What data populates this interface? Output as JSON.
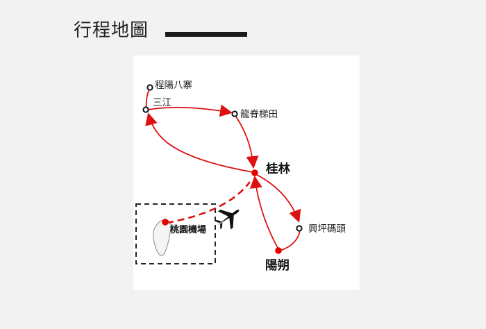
{
  "header": {
    "title": "行程地圖"
  },
  "map": {
    "places": {
      "chengyang": "程陽八寨",
      "sanjiang": "三江",
      "longji": "龍脊梯田",
      "guilin": "桂林",
      "xingping": "興坪碼頭",
      "yangshuo": "陽朔",
      "taoyuan": "桃園機場"
    },
    "colors": {
      "route": "#dd1111",
      "city_dot": "#e60000",
      "stop_marker": "#111111",
      "plane": "#111111",
      "inset_border": "#222222"
    },
    "icons": {
      "plane": "airplane-icon",
      "island": "taiwan-outline"
    }
  }
}
